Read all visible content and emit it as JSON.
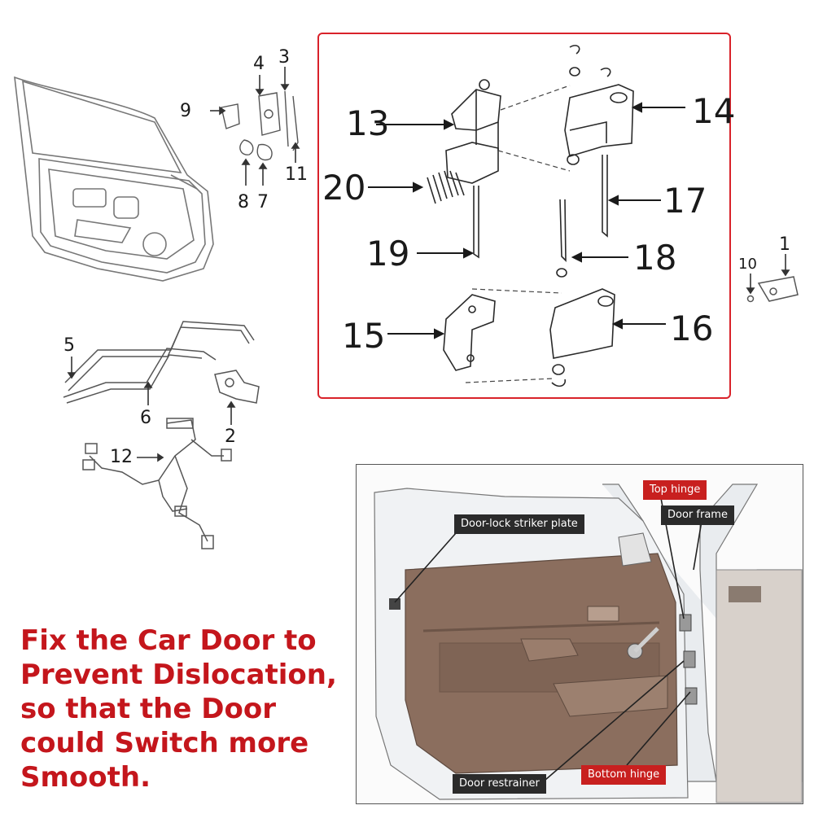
{
  "part_numbers": {
    "p1": "1",
    "p2": "2",
    "p3": "3",
    "p4": "4",
    "p5": "5",
    "p6": "6",
    "p7": "7",
    "p8": "8",
    "p9": "9",
    "p10": "10",
    "p11": "11",
    "p12": "12"
  },
  "hinge_callouts": {
    "p13": "13",
    "p14": "14",
    "p15": "15",
    "p16": "16",
    "p17": "17",
    "p18": "18",
    "p19": "19",
    "p20": "20"
  },
  "photo_labels": {
    "door_lock_striker_plate": "Door-lock striker plate",
    "top_hinge": "Top hinge",
    "door_frame": "Door frame",
    "door_restrainer": "Door restrainer",
    "bottom_hinge": "Bottom hinge"
  },
  "caption": {
    "line1": "Fix the Car Door to",
    "line2": "Prevent Dislocation,",
    "line3": "so that the Door",
    "line4": "could Switch more",
    "line5": "Smooth."
  },
  "colors": {
    "highlight_box": "#d9222a",
    "caption_text": "#c4161c",
    "label_dark": "#2b2b2b",
    "label_red": "#c8201f",
    "door_panel": "#8b6e5e"
  }
}
